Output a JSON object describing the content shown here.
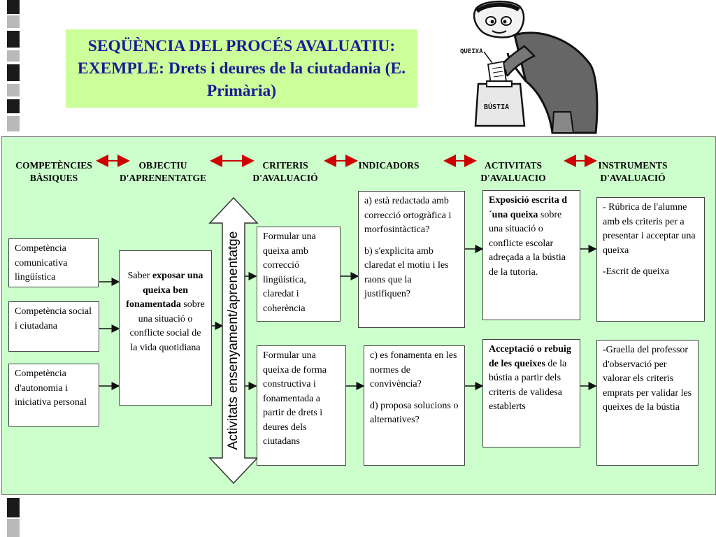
{
  "title": "SEQÜÈNCIA DEL PROCÉS AVALUATIU: EXEMPLE: Drets i deures de la ciutadania (E. Primària)",
  "cartoon": {
    "label_queixa": "QUEIXA",
    "label_bustia": "BÚSTIA"
  },
  "headers": {
    "competencies": [
      "COMPETÈNCIES",
      "BÀSIQUES"
    ],
    "objectiu": [
      "OBJECTIU",
      "D'APRENENTATGE"
    ],
    "criteris": [
      "CRITERIS",
      "D'AVALUACIÓ"
    ],
    "indicadors": [
      "INDICADORS"
    ],
    "activitats": [
      "ACTIVITATS",
      "D'AVALUACIO"
    ],
    "instruments": [
      "INSTRUMENTS",
      "D'AVALUACIÓ"
    ]
  },
  "competencies": [
    "Competència comunicativa lingüística",
    "Competència social i ciutadana",
    "Competència d'autonomia i iniciativa personal"
  ],
  "objectiu": {
    "pre": "Saber ",
    "bold": "exposar una queixa ben fonamentada",
    "post": " sobre una situació o conflicte social de la vida quotidiana"
  },
  "vertical_label": "Activitats  ensenyament/aprenentatge",
  "criteris": [
    "Formular una queixa amb correcció lingüística, claredat i coherència",
    "Formular una queixa de forma constructiva i fonamentada a partir de drets i deures dels ciutadans"
  ],
  "indicadors": [
    [
      "a) està redactada amb correcció ortogràfica i morfosintàctica?",
      "b) s'explicita amb claredat el motiu i les raons que la justifiquen?"
    ],
    [
      "c) es fonamenta en les normes de convivència?",
      "d) proposa solucions o alternatives?"
    ]
  ],
  "activitats": [
    {
      "bold": "Exposició escrita d´una queixa",
      "rest": " sobre una situació o conflicte escolar adreçada a la bústia de la tutoria."
    },
    {
      "bold": "Acceptació o rebuig de les queixes",
      "rest": " de la bústia a partir dels criteris de validesa establerts"
    }
  ],
  "instruments": [
    [
      "- Rúbrica de l'alumne amb els criteris per a presentar i acceptar  una queixa",
      "-Escrit de queixa"
    ],
    [
      "-Graella del professor d'observació per valorar els criteris emprats per validar les queixes de la bústia"
    ]
  ],
  "colors": {
    "title_bg": "#ccff99",
    "title_text": "#1a1a99",
    "panel_bg": "#ccffcc",
    "double_arrow": "#cc0000"
  }
}
